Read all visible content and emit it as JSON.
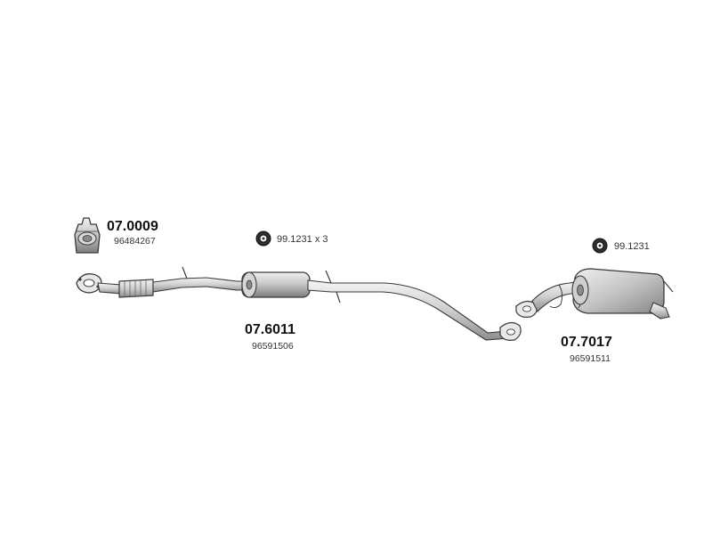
{
  "parts": [
    {
      "code": "07.0009",
      "oem": "96484267"
    },
    {
      "code": "07.6011",
      "oem": "96591506"
    },
    {
      "code": "07.7017",
      "oem": "96591511"
    }
  ],
  "accessories": [
    {
      "label": "99.1231 x 3",
      "icon": "rubber-hanger-icon"
    },
    {
      "label": "99.1231",
      "icon": "rubber-hanger-icon"
    }
  ],
  "colors": {
    "background": "#ffffff",
    "outline": "#3a3a3a",
    "metal_light": "#e6e6e6",
    "metal_mid": "#bdbdbd",
    "metal_dark": "#8a8a8a"
  }
}
